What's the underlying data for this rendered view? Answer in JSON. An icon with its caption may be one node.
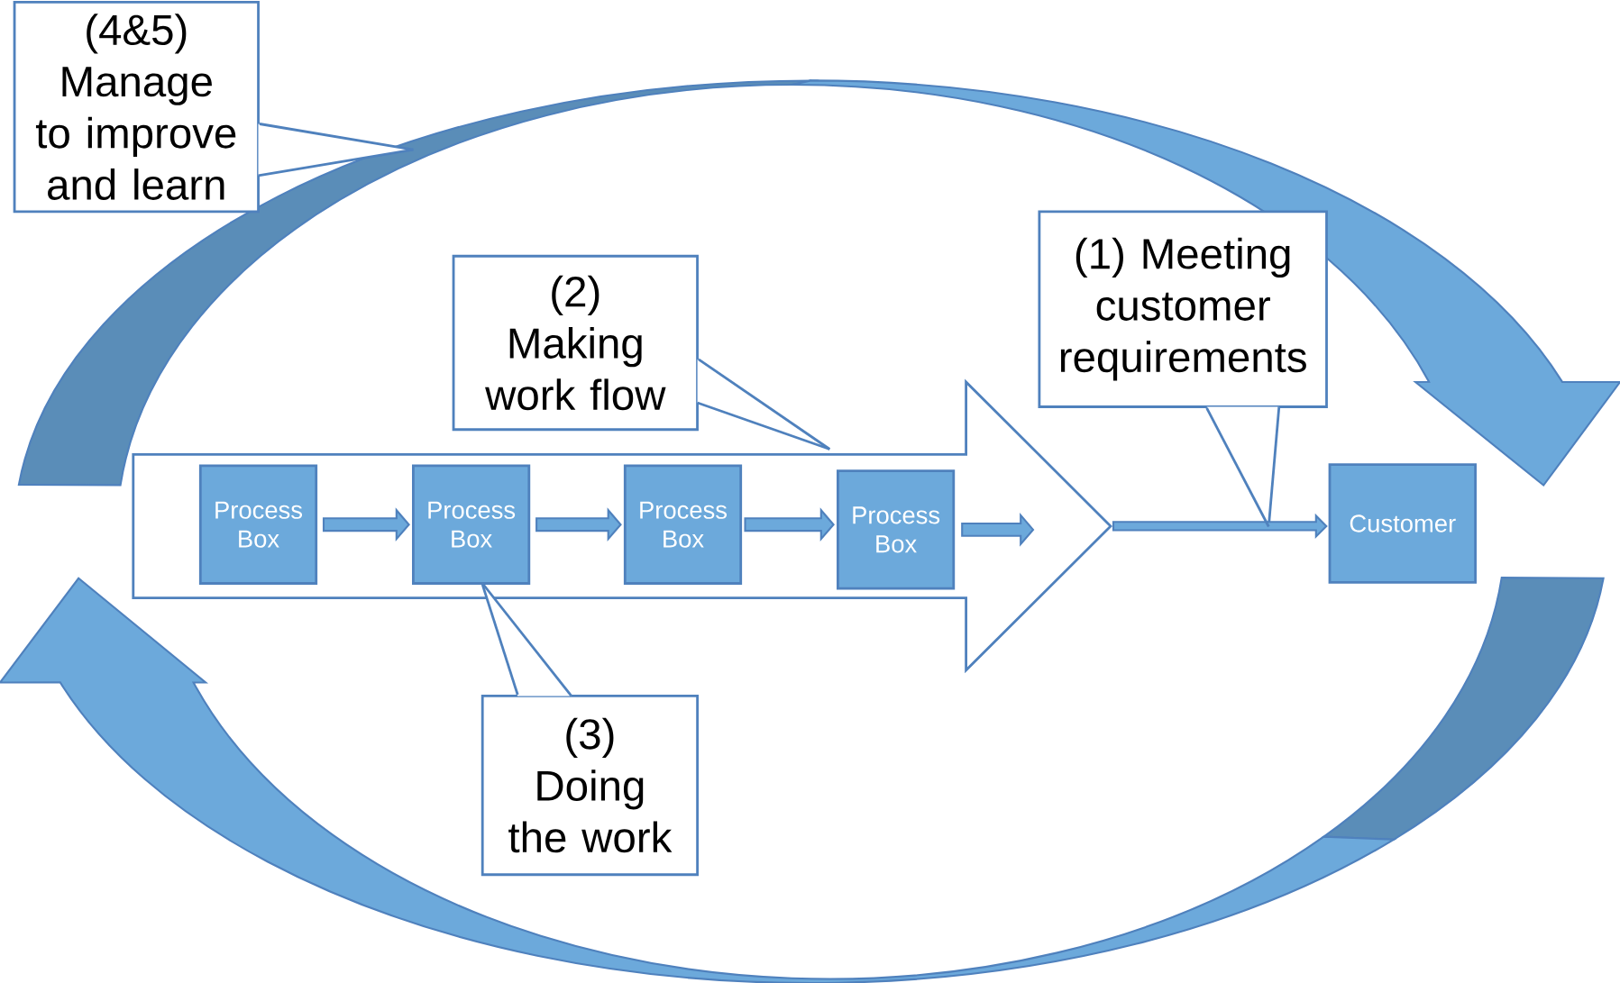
{
  "diagram": {
    "nodes": [
      {
        "text": [
          "(4&5)",
          "Manage to improve and learn"
        ]
      },
      {
        "text": [
          "(2)",
          "Making work flow"
        ]
      },
      {
        "text": [
          "(1) Meeting customer requirements"
        ]
      },
      {
        "text": [],
        "shape": "arrow"
      },
      {
        "text": [
          "Process Box"
        ],
        "in": 3
      },
      {
        "text": [
          "Process Box"
        ],
        "in": 3
      },
      {
        "text": [
          "Process Box"
        ],
        "in": 3
      },
      {
        "text": [
          "Process Box"
        ],
        "in": 3
      },
      {
        "text": [
          "Customer"
        ]
      },
      {
        "text": [
          "(3)",
          "Doing the work"
        ]
      }
    ],
    "edges": [
      {
        "from": 4,
        "to": 5,
        "arrow": "to"
      },
      {
        "from": 5,
        "to": 6,
        "arrow": "to"
      },
      {
        "from": 6,
        "to": 7,
        "arrow": "to"
      },
      {
        "from": 7,
        "to": null,
        "arrow": "to"
      },
      {
        "from": 3,
        "to": 8,
        "arrow": "to"
      },
      {
        "from": 0,
        "to": null,
        "arrow": "none"
      },
      {
        "from": 1,
        "to": 3,
        "arrow": "none"
      },
      {
        "from": 2,
        "to": null,
        "arrow": "none"
      },
      {
        "from": 9,
        "to": 5,
        "arrow": "none"
      }
    ]
  }
}
